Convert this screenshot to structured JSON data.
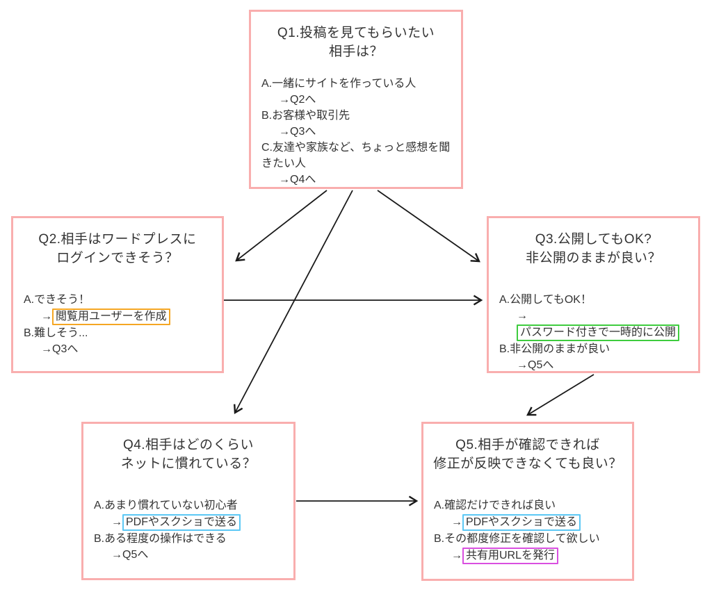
{
  "page": {
    "background": "#ffffff",
    "description": "Flowchart deciding how to share WordPress posts for review"
  },
  "colors": {
    "box_border": "#f9aeae",
    "text": "#333333",
    "arrow": "#1a1a1a",
    "highlight_orange": "#f5a623",
    "highlight_green": "#3ecc3e",
    "highlight_blue": "#5bc8f5",
    "highlight_magenta": "#d94fe0"
  },
  "boxes": {
    "q1": {
      "title_line1": "Q1.投稿を見てもらいたい",
      "title_line2": "相手は？",
      "lines": [
        {
          "text": "A.一緒にサイトを作っている人"
        },
        {
          "text": "→Q2へ"
        },
        {
          "text": "B.お客様や取引先"
        },
        {
          "text": "→Q3へ"
        },
        {
          "text": "C.友達や家族など、ちょっと感想を聞きたい人"
        },
        {
          "text": "→Q4へ"
        }
      ]
    },
    "q2": {
      "title_line1": "Q2.相手はワードプレスに",
      "title_line2": "ログインできそう？",
      "lines": [
        {
          "text": "A.できそう！"
        },
        {
          "prefix": "→",
          "highlight": "閲覧用ユーザーを作成"
        },
        {
          "text": "B.難しそう..."
        },
        {
          "text": "→Q3へ"
        }
      ]
    },
    "q3": {
      "title_line1": "Q3.公開してもOK?",
      "title_line2": "非公開のままが良い？",
      "lines": [
        {
          "text": "A.公開してもOK！"
        },
        {
          "prefix": "→",
          "highlight": "パスワード付きで一時的に公開"
        },
        {
          "text": "B.非公開のままが良い"
        },
        {
          "text": "→Q5へ"
        }
      ]
    },
    "q4": {
      "title_line1": "Q4.相手はどのくらい",
      "title_line2": "ネットに慣れている？",
      "lines": [
        {
          "text": "A.あまり慣れていない初心者"
        },
        {
          "prefix": "→",
          "highlight": "PDFやスクショで送る"
        },
        {
          "text": "B.ある程度の操作はできる"
        },
        {
          "text": "→Q5へ"
        }
      ]
    },
    "q5": {
      "title_line1": "Q5.相手が確認できれば",
      "title_line2": "修正が反映できなくても良い？",
      "lines": [
        {
          "text": "A.確認だけできれば良い"
        },
        {
          "prefix": "→",
          "highlight": "PDFやスクショで送る"
        },
        {
          "text": "B.その都度修正を確認して欲しい"
        },
        {
          "prefix": "→",
          "highlight": "共有用URLを発行"
        }
      ]
    }
  },
  "connections": [
    {
      "from": "q1",
      "to": "q2"
    },
    {
      "from": "q1",
      "to": "q3"
    },
    {
      "from": "q1",
      "to": "q4"
    },
    {
      "from": "q2",
      "to": "q3"
    },
    {
      "from": "q3",
      "to": "q5"
    },
    {
      "from": "q4",
      "to": "q5"
    }
  ]
}
